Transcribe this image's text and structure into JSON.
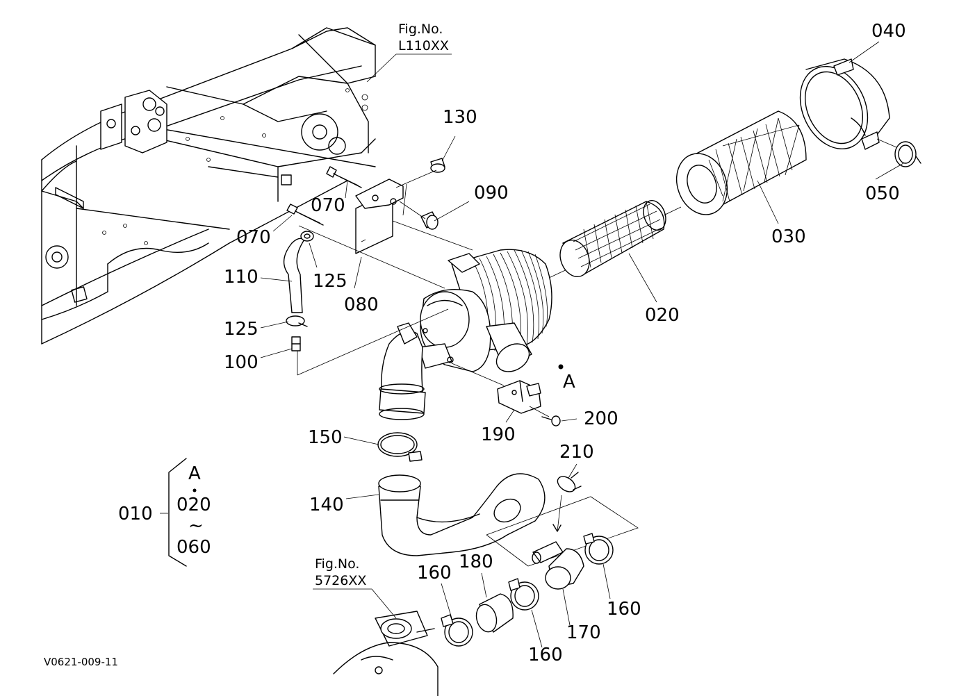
{
  "fig_refs": {
    "top": {
      "line1": "Fig.No.",
      "line2": "L110XX"
    },
    "bottom": {
      "line1": "Fig.No.",
      "line2": "5726XX"
    }
  },
  "callouts": {
    "p010": "010",
    "p020": "020",
    "p030": "030",
    "p040": "040",
    "p050": "050",
    "p070a": "070",
    "p070b": "070",
    "p080": "080",
    "p090": "090",
    "p100": "100",
    "p110": "110",
    "p125a": "125",
    "p125b": "125",
    "p130": "130",
    "p140": "140",
    "p150": "150",
    "p160a": "160",
    "p160b": "160",
    "p160c": "160",
    "p170": "170",
    "p180": "180",
    "p190": "190",
    "p200": "200",
    "p210": "210",
    "ref_a": "A"
  },
  "assembly_group": {
    "ref": "A",
    "from": "020",
    "tilde": "~",
    "to": "060"
  },
  "drawing_code": "V0621-009-11"
}
